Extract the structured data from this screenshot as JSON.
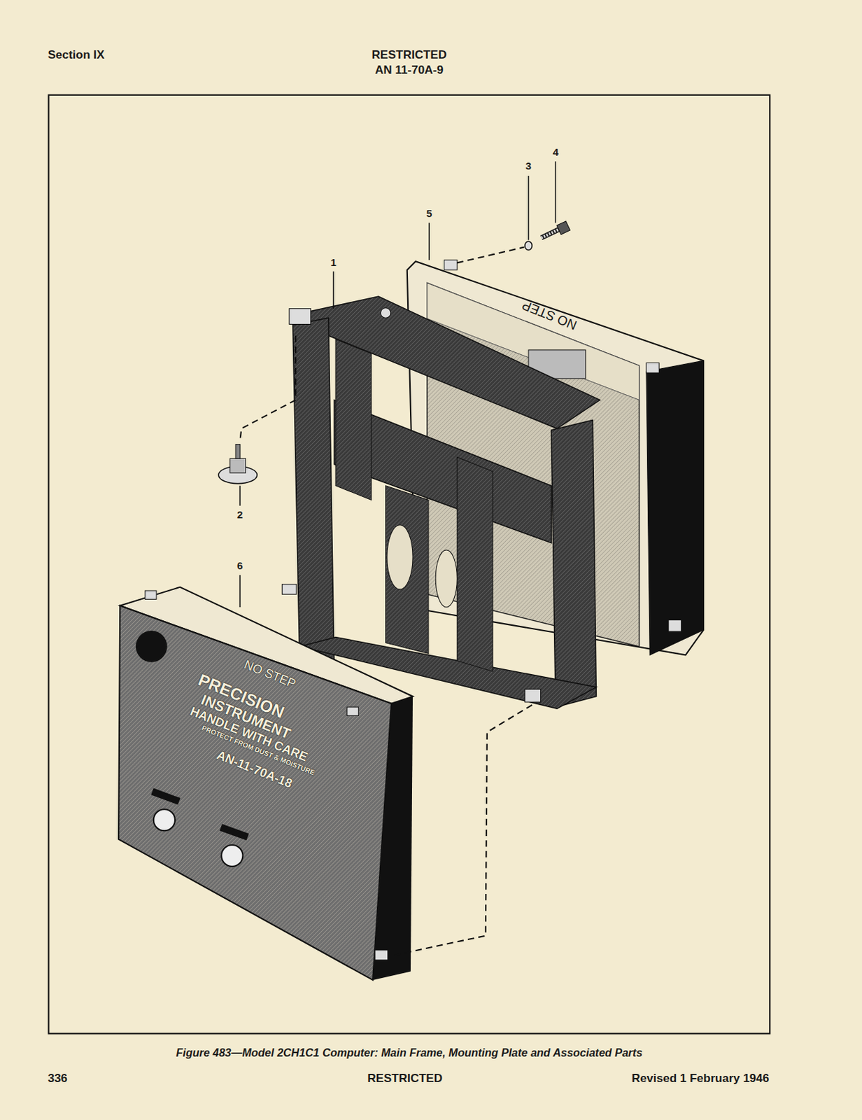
{
  "diagram": {
    "caption": "Figure 483—Model 2CH1C1 Computer: Main Frame, Mounting Plate and Associated Parts",
    "labels": [
      "Section IX",
      "RESTRICTED",
      "AN 11-70A-9",
      "1",
      "2",
      "3",
      "4",
      "5",
      "6",
      "NO STEP",
      "NO STEP",
      "PRECISION",
      "INSTRUMENT",
      "HANDLE WITH CARE",
      "PROTECT FROM DUST & MOISTURE",
      "AN-11-70A-18",
      "336",
      "RESTRICTED",
      "Revised 1 February 1946"
    ]
  }
}
